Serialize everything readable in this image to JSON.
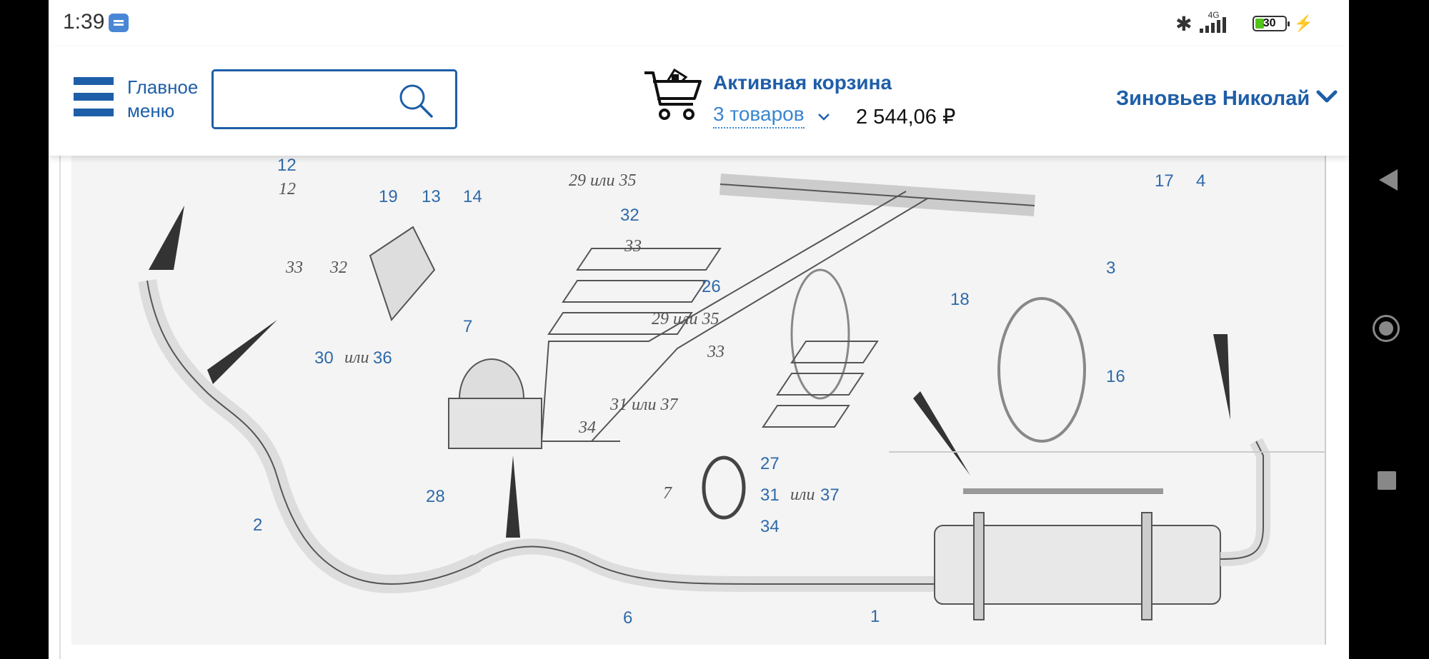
{
  "status_bar": {
    "time": "1:39",
    "network": "4G",
    "battery": "30",
    "battery_level": 0.3,
    "icons": [
      "notification-icon",
      "bluetooth-icon",
      "signal-icon",
      "battery-icon",
      "charging-icon"
    ]
  },
  "header": {
    "menu_label_line1": "Главное",
    "menu_label_line2": "меню",
    "search_value": "",
    "cart_title": "Активная корзина",
    "cart_count": "3 товаров",
    "cart_total": "2 544,06 ₽",
    "user_name": "Зиновьев Николай",
    "accent_color": "#1e5ea8"
  },
  "diagram": {
    "labels": [
      "12",
      "12",
      "19",
      "13",
      "14",
      "29 или 35",
      "32",
      "33",
      "17",
      "4",
      "33",
      "32",
      "26",
      "3",
      "18",
      "30",
      "или",
      "36",
      "7",
      "29 или 35",
      "33",
      "16",
      "31 или 37",
      "34",
      "28",
      "27",
      "7",
      "31",
      "или",
      "37",
      "34",
      "2",
      "6",
      "1"
    ]
  }
}
